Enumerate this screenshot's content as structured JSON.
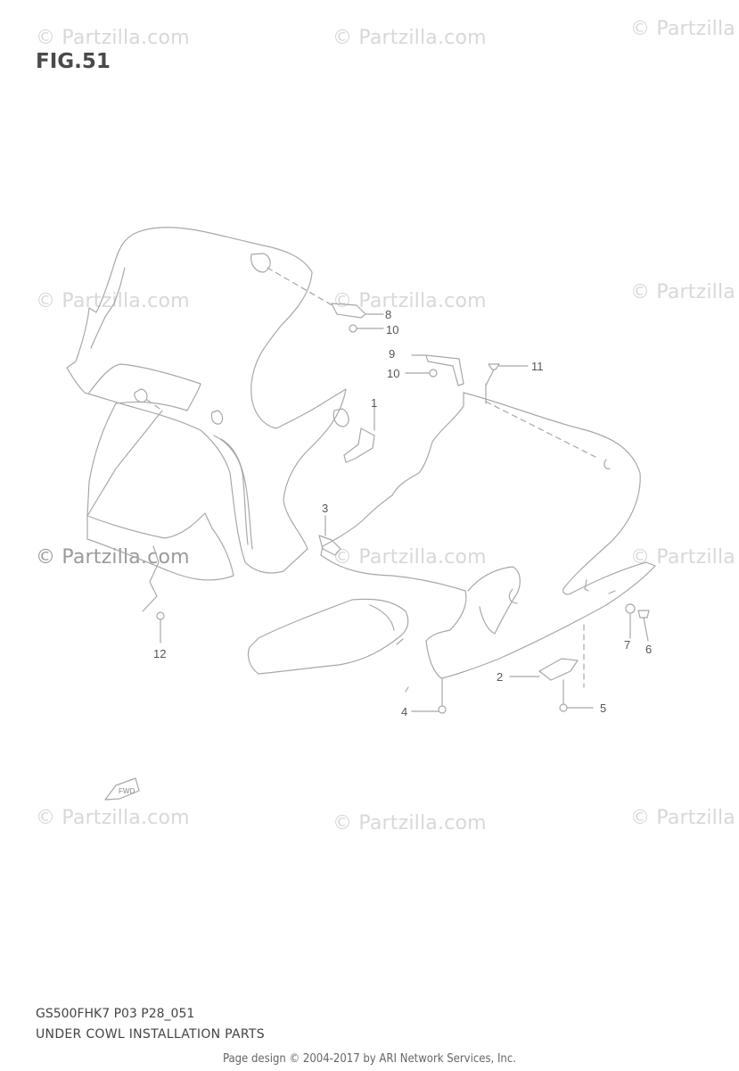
{
  "figure": {
    "title": "FIG.51"
  },
  "watermark": {
    "text": "© Partzilla.com",
    "text_short": "© Partzilla"
  },
  "callouts": {
    "c1": "1",
    "c2": "2",
    "c3": "3",
    "c4": "4",
    "c5": "5",
    "c6": "6",
    "c7": "7",
    "c8": "8",
    "c9": "9",
    "c10a": "10",
    "c10b": "10",
    "c11": "11",
    "c12": "12"
  },
  "footer": {
    "code": "GS500FHK7 P03 P28_051",
    "title": "UNDER COWL INSTALLATION PARTS",
    "credit": "Page design © 2004-2017 by ARI Network Services, Inc."
  },
  "colors": {
    "line": "#a8a8a8",
    "text": "#555555",
    "watermark": "#d8d8d8"
  }
}
